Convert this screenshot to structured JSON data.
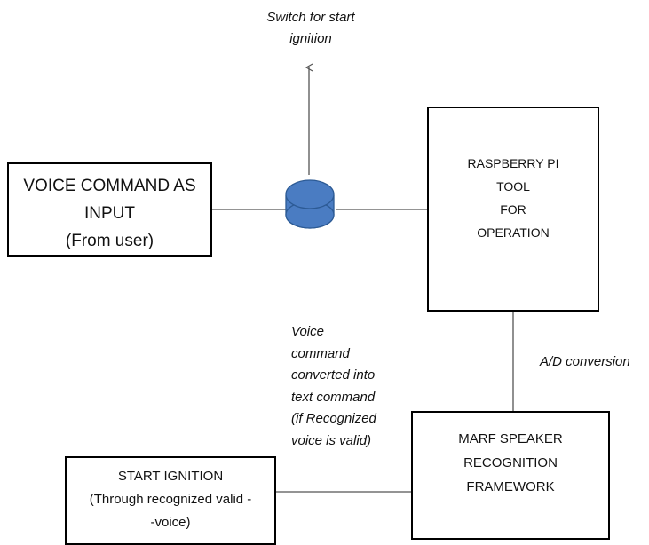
{
  "boxes": {
    "voice_input": [
      "VOICE COMMAND AS",
      "INPUT",
      "(From user)"
    ],
    "raspberry_pi": [
      "RASPBERRY PI",
      "TOOL",
      "FOR",
      "OPERATION"
    ],
    "marf": [
      "MARF SPEAKER",
      "RECOGNITION",
      "FRAMEWORK"
    ],
    "start_ignition": [
      "START IGNITION",
      "(Through recognized valid -",
      "-voice)"
    ]
  },
  "labels": {
    "switch": [
      "Switch for start",
      "ignition"
    ],
    "ad_conversion": "A/D conversion",
    "voice_conversion": [
      "Voice",
      "command",
      "converted into",
      "text command",
      "(if Recognized",
      "voice is valid)"
    ]
  },
  "colors": {
    "switch_fill": "#4a7cc2",
    "switch_stroke": "#2c5a94",
    "line": "#555555",
    "border": "#000000"
  },
  "icons": {
    "switch": "push-button-switch-icon"
  }
}
